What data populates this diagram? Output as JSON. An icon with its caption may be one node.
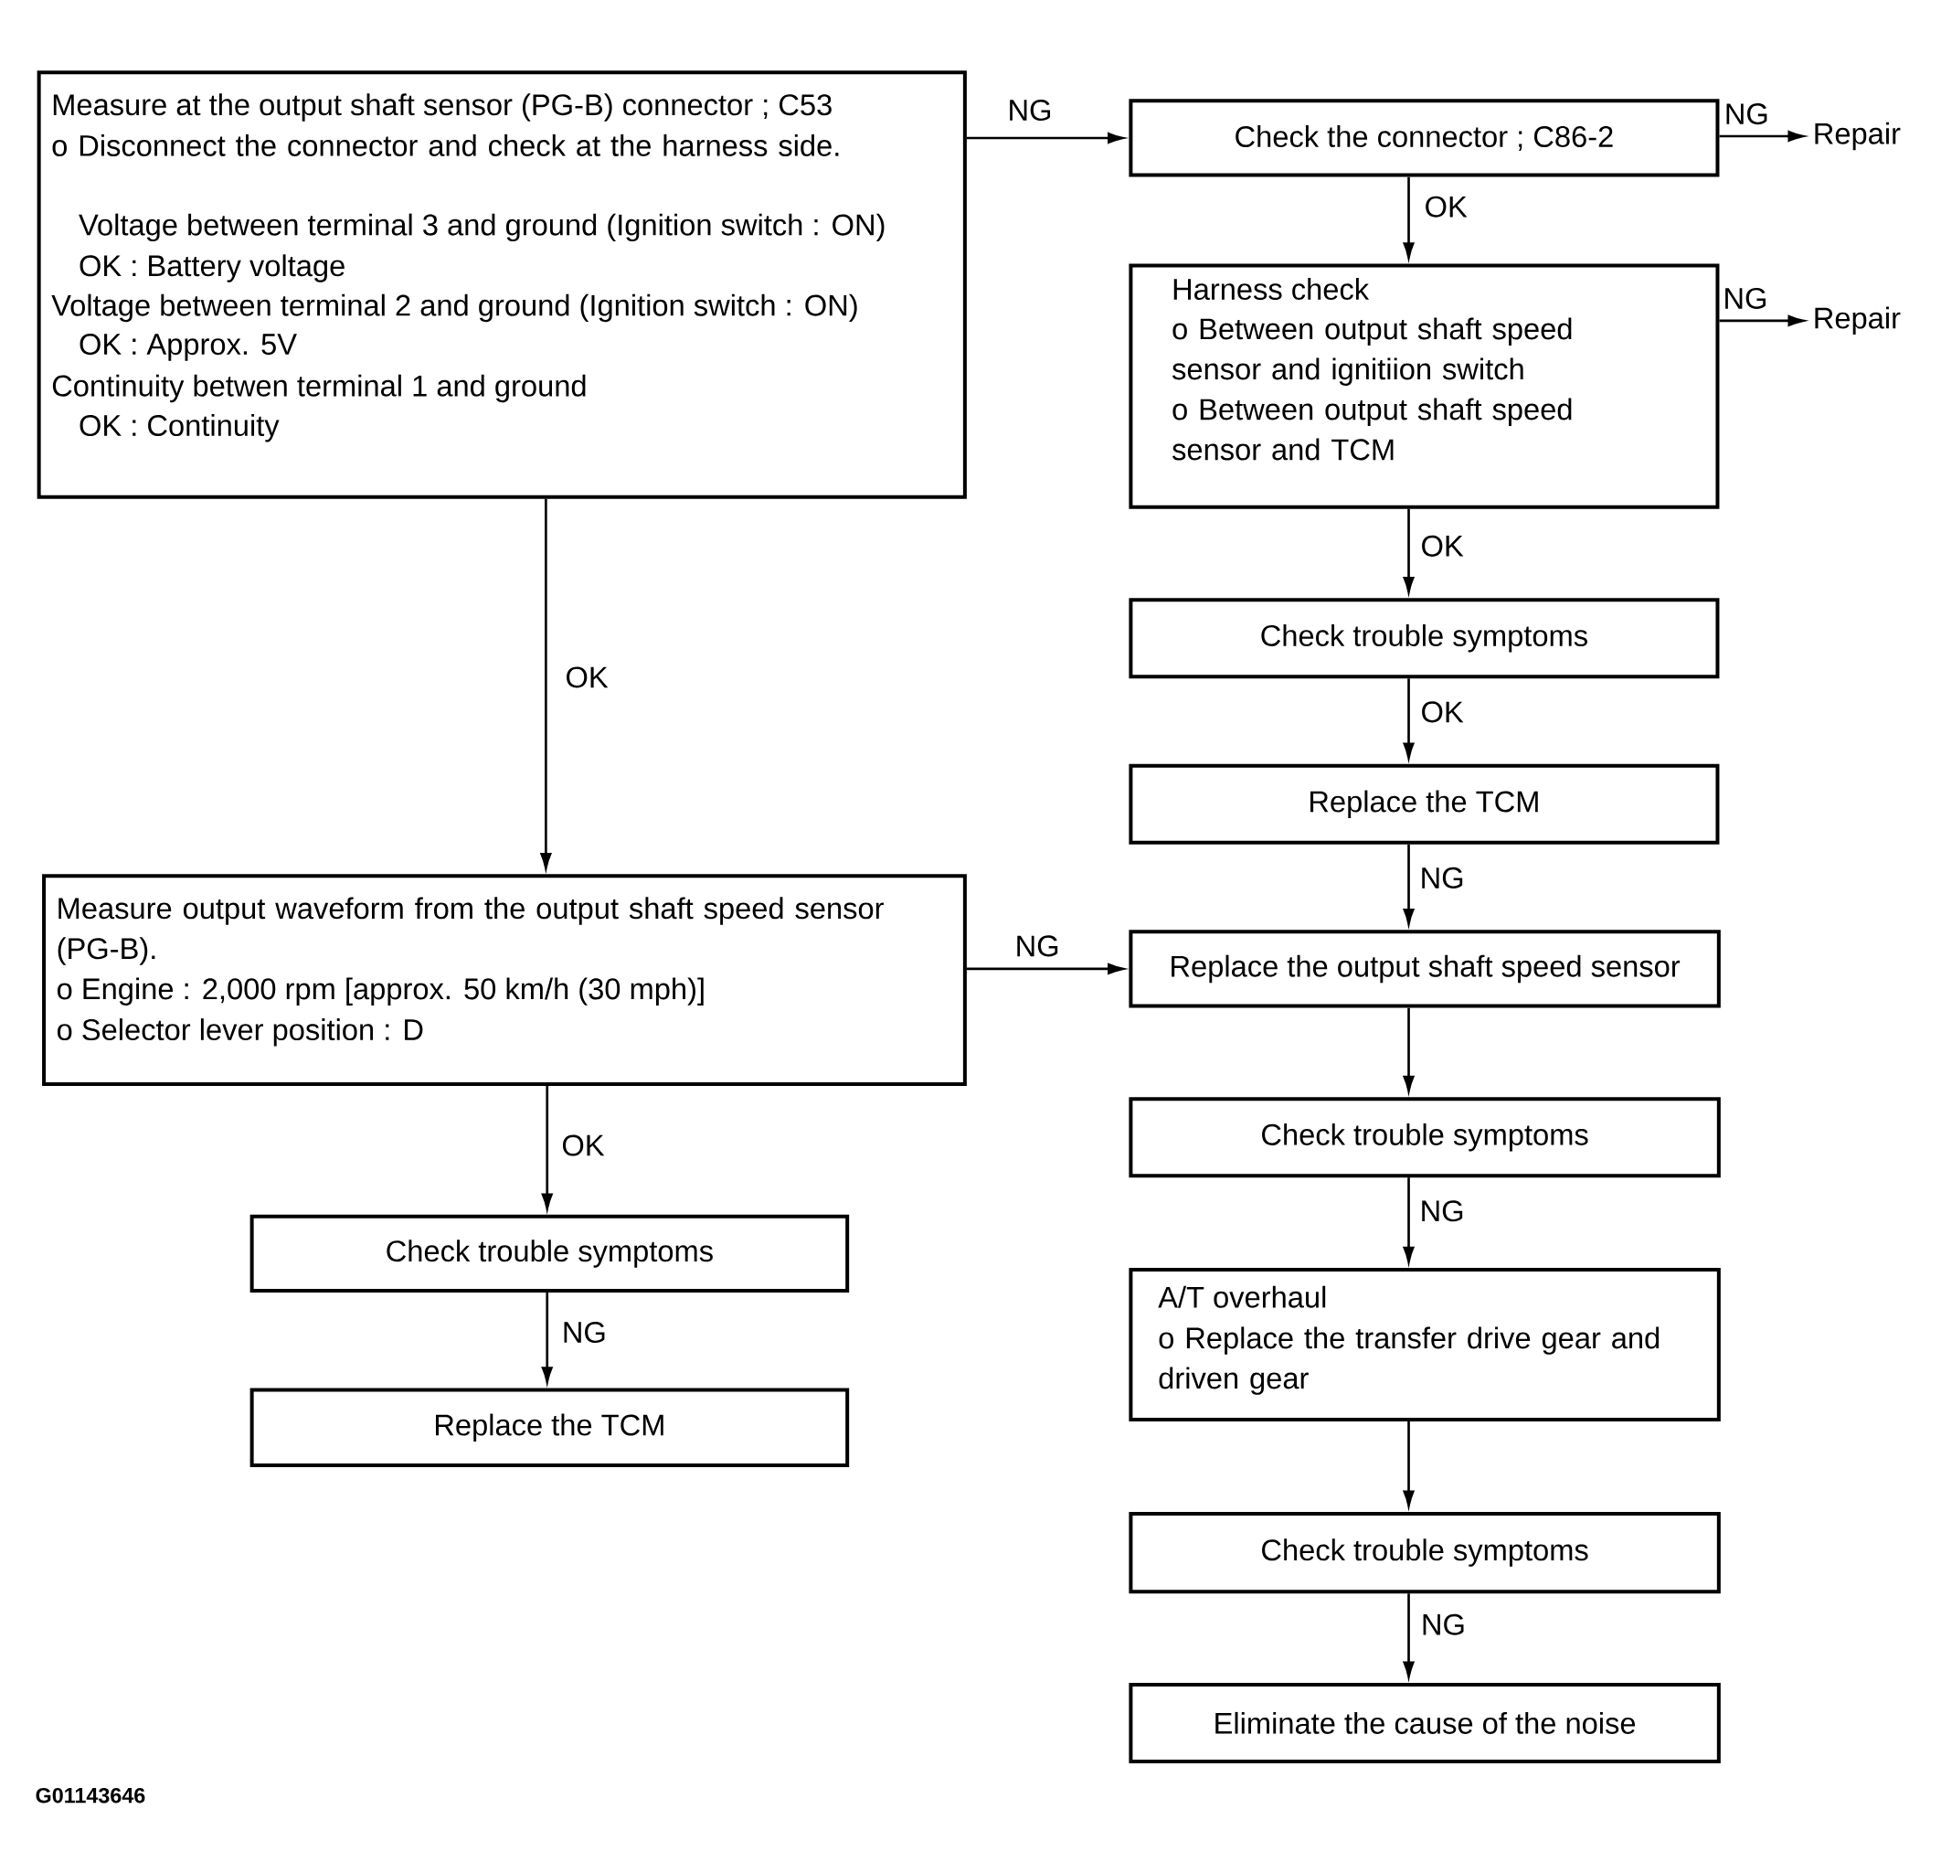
{
  "diagram": {
    "nodes": [
      {
        "text": [
          "Measure at the output shaft sensor (PG-B) connector ; C53",
          "o Disconnect the connector and check at the harness side.",
          "Voltage between terminal 3 and ground (Ignition switch : ON)",
          "OK : Battery voltage",
          "Voltage between terminal 2 and ground (Ignition switch : ON)",
          "OK : Approx. 5V",
          "Continuity betwen terminal 1 and ground",
          "OK : Continuity"
        ]
      },
      {
        "text": [
          "Check the connector ; C86-2"
        ]
      },
      {
        "text": [
          "Repair"
        ]
      },
      {
        "text": [
          "Harness check",
          "o Between output shaft speed sensor and ignitiion switch",
          "o Between output shaft speed sensor and TCM"
        ]
      },
      {
        "text": [
          "Repair"
        ]
      },
      {
        "text": [
          "Check trouble symptoms"
        ]
      },
      {
        "text": [
          "Replace the TCM"
        ]
      },
      {
        "text": [
          "Measure output waveform from the output shaft speed sensor (PG-B).",
          "o Engine : 2,000 rpm [approx. 50 km/h (30 mph)]",
          "o Selector lever position : D"
        ]
      },
      {
        "text": [
          "Replace the output shaft speed sensor"
        ]
      },
      {
        "text": [
          "Check trouble symptoms"
        ]
      },
      {
        "text": [
          "A/T overhaul",
          "o Replace the transfer drive gear and driven gear"
        ]
      },
      {
        "text": [
          "Check trouble symptoms"
        ]
      },
      {
        "text": [
          "Eliminate the cause of the noise"
        ]
      },
      {
        "text": [
          "Check trouble symptoms"
        ]
      },
      {
        "text": [
          "Replace the TCM"
        ]
      }
    ],
    "edges": [
      {
        "from": 0,
        "to": 1,
        "arrow": "to",
        "label": "NG"
      },
      {
        "from": 1,
        "to": 2,
        "arrow": "to",
        "label": "NG"
      },
      {
        "from": 1,
        "to": 3,
        "arrow": "to",
        "label": "OK"
      },
      {
        "from": 3,
        "to": 4,
        "arrow": "to",
        "label": "NG"
      },
      {
        "from": 3,
        "to": 5,
        "arrow": "to",
        "label": "OK"
      },
      {
        "from": 5,
        "to": 6,
        "arrow": "to",
        "label": "OK"
      },
      {
        "from": 6,
        "to": 8,
        "arrow": "to",
        "label": "NG"
      },
      {
        "from": 0,
        "to": 7,
        "arrow": "to",
        "label": "OK"
      },
      {
        "from": 7,
        "to": 8,
        "arrow": "to",
        "label": "NG"
      },
      {
        "from": 8,
        "to": 9,
        "arrow": "to"
      },
      {
        "from": 9,
        "to": 10,
        "arrow": "to",
        "label": "NG"
      },
      {
        "from": 10,
        "to": 11,
        "arrow": "to"
      },
      {
        "from": 11,
        "to": 12,
        "arrow": "to",
        "label": "NG"
      },
      {
        "from": 7,
        "to": 13,
        "arrow": "to",
        "label": "OK"
      },
      {
        "from": 13,
        "to": 14,
        "arrow": "to",
        "label": "NG"
      }
    ],
    "labels": [
      "G01143646"
    ]
  }
}
